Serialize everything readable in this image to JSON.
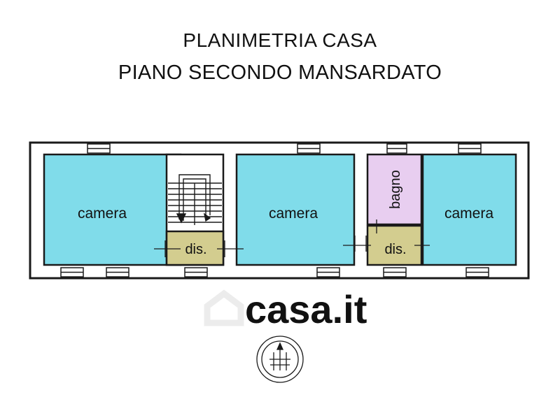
{
  "header": {
    "title": "PLANIMETRIA CASA",
    "subtitle": "PIANO SECONDO MANSARDATO"
  },
  "rooms": {
    "camera_left": "camera",
    "camera_center": "camera",
    "camera_right": "camera",
    "dis_left": "dis.",
    "dis_right": "dis.",
    "bagno": "bagno"
  },
  "watermark": {
    "text": "casa.it"
  },
  "colors": {
    "camera": "#80dcea",
    "bagno": "#e8cef0",
    "dis": "#d3cd8f",
    "wall": "#1a1a1a",
    "watermark": "#ececec"
  },
  "icons": {
    "compass": "north-compass-icon",
    "stairs": "stairs-icon",
    "house": "house-icon"
  }
}
